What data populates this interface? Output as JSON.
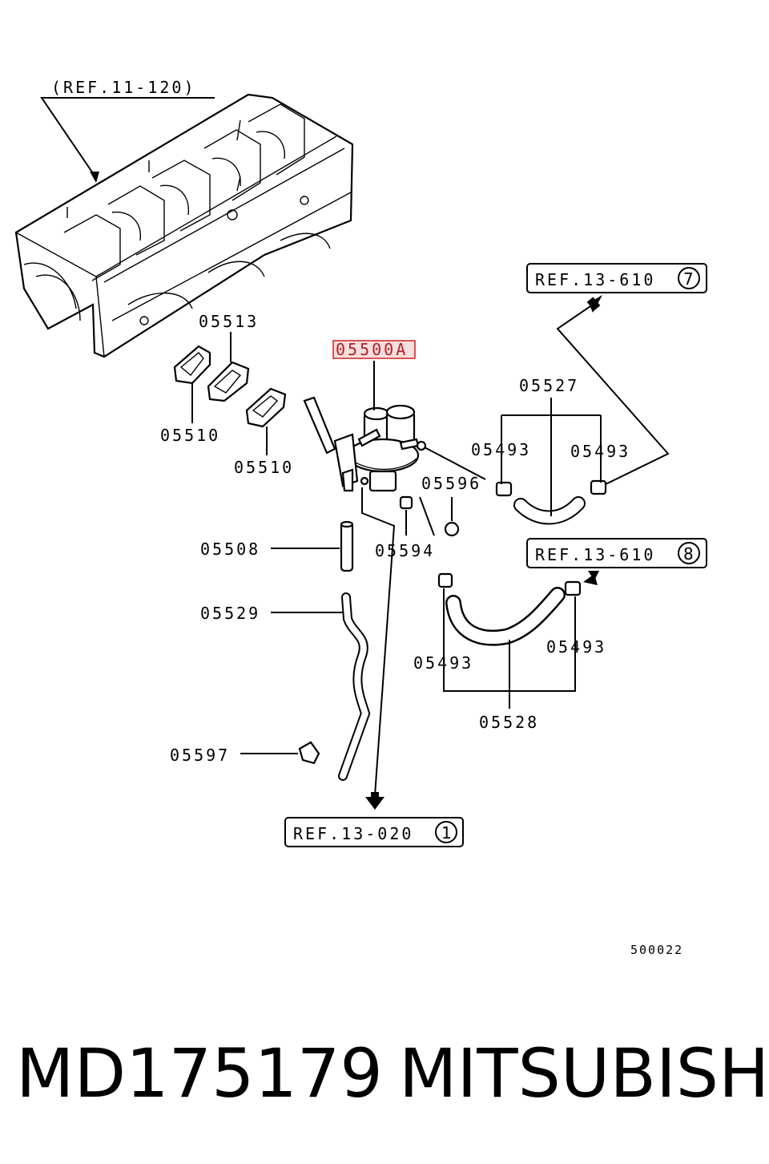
{
  "diagram": {
    "callouts": {
      "ref_head": "(REF.11-120)",
      "ref_7": "REF.13-610",
      "ref_7_num": "7",
      "ref_8": "REF.13-610",
      "ref_8_num": "8",
      "ref_1": "REF.13-020",
      "ref_1_num": "1"
    },
    "parts": {
      "p05513": "05513",
      "p05510a": "05510",
      "p05510b": "05510",
      "p05500a": "05500A",
      "p05527": "05527",
      "p05493a": "05493",
      "p05493b": "05493",
      "p05596": "05596",
      "p05508": "05508",
      "p05594": "05594",
      "p05529": "05529",
      "p05493c": "05493",
      "p05493d": "05493",
      "p05528": "05528",
      "p05597": "05597"
    },
    "highlighted_part": "05500A",
    "diagram_code": "500022"
  },
  "footer": {
    "part_number": "MD175179",
    "brand": "MITSUBISHI"
  },
  "colors": {
    "highlight_stroke": "#d42020",
    "highlight_fill": "#f8dede"
  }
}
